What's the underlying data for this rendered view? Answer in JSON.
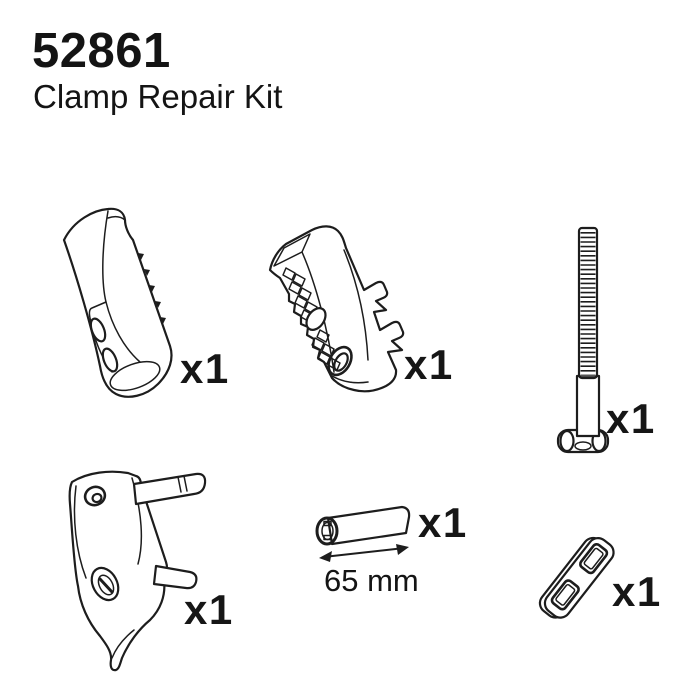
{
  "header": {
    "part_number": "52861",
    "kit_name": "Clamp Repair Kit"
  },
  "parts": [
    {
      "id": "clamp-cover",
      "qty": "x1"
    },
    {
      "id": "serrated-jaw",
      "qty": "x1"
    },
    {
      "id": "t-bolt",
      "qty": "x1"
    },
    {
      "id": "clamp-bracket",
      "qty": "x1"
    },
    {
      "id": "pin",
      "qty": "x1",
      "dimension": "65 mm"
    },
    {
      "id": "slotted-plate",
      "qty": "x1"
    }
  ],
  "colors": {
    "background": "#ffffff",
    "line": "#1d1d1d",
    "text": "#141414"
  }
}
